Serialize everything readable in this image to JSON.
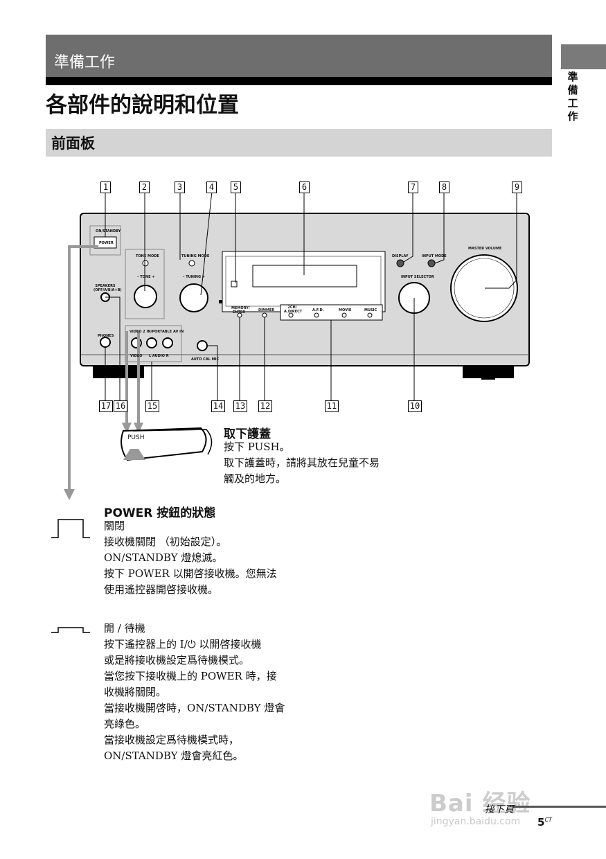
{
  "section": {
    "title": "準備工作"
  },
  "side_tab": {
    "label": "準備工作"
  },
  "page_title": "各部件的說明和位置",
  "subsection": {
    "title": "前面板"
  },
  "diagram": {
    "callouts_top": [
      "1",
      "2",
      "3",
      "4",
      "5",
      "6",
      "7",
      "8",
      "9"
    ],
    "callouts_bottom": [
      "17",
      "16",
      "15",
      "14",
      "13",
      "12",
      "11",
      "10"
    ],
    "panel_labels": {
      "on_standby": "ON/STANDBY",
      "power": "POWER",
      "tone_mode": "TONE MODE",
      "tone": "– TONE +",
      "tuning_mode": "TUNING MODE",
      "tuning": "– TUNING +",
      "speakers": "SPEAKERS (OFF/A/B/A+B)",
      "phones": "PHONES",
      "video2": "VIDEO 2 IN/PORTABLE AV IN",
      "video": "VIDEO",
      "audio": "L  AUDIO  R",
      "auto_cal": "AUTO CAL MIC",
      "memory": "MEMORY/ ENTER",
      "dimmer": "DIMMER",
      "mode_2ch": "2CH/ A.DIRECT",
      "afd": "A.F.D.",
      "movie": "MOVIE",
      "music": "MUSIC",
      "display": "DISPLAY",
      "input_mode": "INPUT MODE",
      "input_selector": "INPUT SELECTOR",
      "master_volume": "MASTER VOLUME"
    },
    "push_label": "PUSH"
  },
  "cover": {
    "heading": "取下護蓋",
    "lines": [
      "按下 PUSH。",
      "取下護蓋時，請將其放在兒童不易",
      "觸及的地方。"
    ]
  },
  "power_states": {
    "heading": "POWER 按鈕的狀態",
    "off": {
      "title": "關閉",
      "lines": [
        "接收機關閉 （初始設定）。",
        "ON/STANDBY 燈熄滅。",
        "按下 POWER 以開啓接收機。您無法",
        "使用遙控器開啓接收機。"
      ]
    },
    "on": {
      "title": "開 / 待機",
      "lines": [
        "按下遙控器上的 I/⏻ 以開啓接收機",
        "或是將接收機設定爲待機模式。",
        "當您按下接收機上的 POWER 時，接",
        "收機將關閉。",
        "當接收機開啓時，ON/STANDBY 燈會",
        "亮綠色。",
        "當接收機設定爲待機模式時，",
        "ON/STANDBY 燈會亮紅色。"
      ]
    }
  },
  "footer": {
    "next": "接下頁",
    "page": "5",
    "page_suffix": "CT"
  },
  "watermark": {
    "logo": "Bai 经验",
    "url": "jingyan.baidu.com"
  }
}
